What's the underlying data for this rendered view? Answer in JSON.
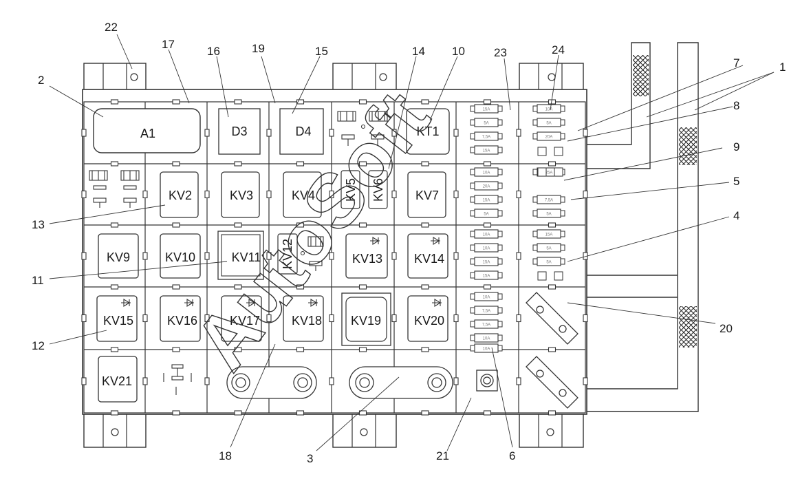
{
  "modules": [
    {
      "id": "A1",
      "label": "A1"
    },
    {
      "id": "D3",
      "label": "D3"
    },
    {
      "id": "D4",
      "label": "D4"
    },
    {
      "id": "KT1",
      "label": "KT1"
    },
    {
      "id": "KV2",
      "label": "KV2"
    },
    {
      "id": "KV3",
      "label": "KV3"
    },
    {
      "id": "KV4",
      "label": "KV4"
    },
    {
      "id": "KV5",
      "label": "KV5"
    },
    {
      "id": "KV6",
      "label": "KV6"
    },
    {
      "id": "KV7",
      "label": "KV7"
    },
    {
      "id": "KV9",
      "label": "KV9"
    },
    {
      "id": "KV10",
      "label": "KV10"
    },
    {
      "id": "KV11",
      "label": "KV11"
    },
    {
      "id": "KV12",
      "label": "KV12"
    },
    {
      "id": "KV13",
      "label": "KV13"
    },
    {
      "id": "KV14",
      "label": "KV14"
    },
    {
      "id": "KV15",
      "label": "KV15"
    },
    {
      "id": "KV16",
      "label": "KV16"
    },
    {
      "id": "KV17",
      "label": "KV17"
    },
    {
      "id": "KV18",
      "label": "KV18"
    },
    {
      "id": "KV19",
      "label": "KV19"
    },
    {
      "id": "KV20",
      "label": "KV20"
    },
    {
      "id": "KV21",
      "label": "KV21"
    }
  ],
  "callouts": [
    "1",
    "2",
    "3",
    "4",
    "5",
    "6",
    "7",
    "8",
    "9",
    "10",
    "11",
    "12",
    "13",
    "14",
    "15",
    "16",
    "17",
    "18",
    "19",
    "20",
    "21",
    "22",
    "23",
    "24"
  ],
  "fuse_columns": [
    [
      "15A",
      "5A",
      "7,5A",
      "15A",
      "10A",
      "20A",
      "15A",
      "5A",
      "10A",
      "10A",
      "15A",
      "15A",
      "10A",
      "7,5A",
      "7,5A",
      "10A",
      "10A"
    ],
    [
      "10A",
      "5A",
      "20A",
      "25A",
      "7,5A",
      "5A",
      "15A",
      "5A",
      "5A"
    ]
  ],
  "watermark": "AutoSoft"
}
